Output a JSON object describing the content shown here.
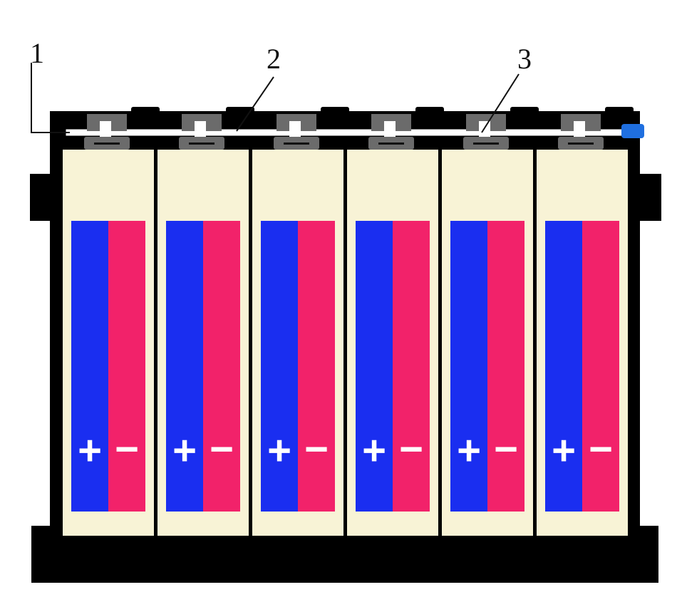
{
  "callouts": [
    {
      "id": "1",
      "label": "1"
    },
    {
      "id": "2",
      "label": "2"
    },
    {
      "id": "3",
      "label": "3"
    }
  ],
  "cells": [
    {
      "positive_label": "+",
      "negative_label": "−"
    },
    {
      "positive_label": "+",
      "negative_label": "−"
    },
    {
      "positive_label": "+",
      "negative_label": "−"
    },
    {
      "positive_label": "+",
      "negative_label": "−"
    },
    {
      "positive_label": "+",
      "negative_label": "−"
    },
    {
      "positive_label": "+",
      "negative_label": "−"
    }
  ],
  "colors": {
    "case": "#000000",
    "electrolyte": "#f8f3d6",
    "positive_plate": "#1a2ef0",
    "negative_plate": "#f2226a",
    "connector": "#6b6b6b",
    "terminal": "#1f6fe0"
  }
}
